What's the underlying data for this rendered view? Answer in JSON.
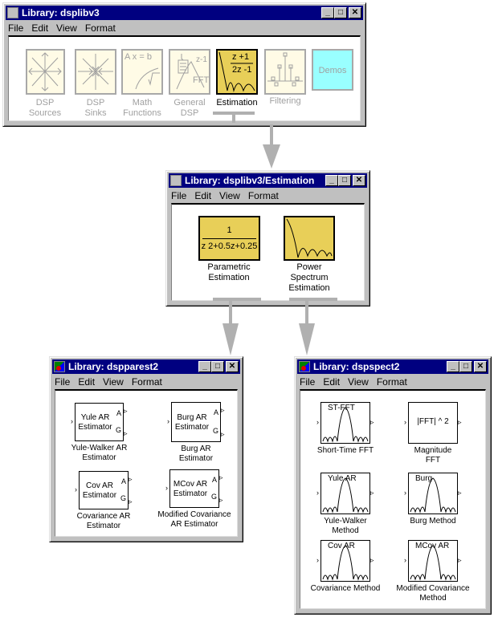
{
  "menu": [
    "File",
    "Edit",
    "View",
    "Format"
  ],
  "windows": {
    "top": {
      "title": "Library: dsplibv3",
      "blocks": [
        {
          "id": "dsp-sources",
          "label_1": "DSP",
          "label_2": "Sources",
          "enabled": false
        },
        {
          "id": "dsp-sinks",
          "label_1": "DSP",
          "label_2": "Sinks",
          "enabled": false
        },
        {
          "id": "math-functions",
          "label_1": "Math",
          "label_2": "Functions",
          "icon_text": "A x = b",
          "enabled": false
        },
        {
          "id": "general-dsp",
          "label_1": "General",
          "label_2": "DSP",
          "icon_text_1": "z-1",
          "icon_text_2": "FFT",
          "enabled": false
        },
        {
          "id": "estimation",
          "label_1": "Estimation",
          "label_2": "",
          "icon_num": "z +1",
          "icon_den": "2z -1",
          "enabled": true
        },
        {
          "id": "filtering",
          "label_1": "Filtering",
          "label_2": "",
          "enabled": false
        },
        {
          "id": "demos",
          "label_1": "Demos",
          "enabled": true
        }
      ]
    },
    "estimation": {
      "title": "Library: dsplibv3/Estimation",
      "blocks": [
        {
          "id": "parametric-estimation",
          "label_1": "Parametric",
          "label_2": "Estimation",
          "icon_num": "1",
          "icon_den": "z 2+0.5z+0.25"
        },
        {
          "id": "power-spectrum-estimation",
          "label_1": "Power",
          "label_2": "Spectrum",
          "label_3": "Estimation"
        }
      ]
    },
    "parest": {
      "title": "Library: dspparest2",
      "blocks": [
        {
          "id": "yule-walker-ar-estimator",
          "icon_1": "Yule AR",
          "icon_2": "Estimator",
          "label_1": "Yule-Walker AR",
          "label_2": "Estimator",
          "port_a": "A",
          "port_g": "G"
        },
        {
          "id": "burg-ar-estimator",
          "icon_1": "Burg AR",
          "icon_2": "Estimator",
          "label_1": "Burg AR",
          "label_2": "Estimator",
          "port_a": "A",
          "port_g": "G"
        },
        {
          "id": "covariance-ar-estimator",
          "icon_1": "Cov AR",
          "icon_2": "Estimator",
          "label_1": "Covariance AR",
          "label_2": "Estimator",
          "port_a": "A",
          "port_g": "G"
        },
        {
          "id": "modified-covariance-ar-estimator",
          "icon_1": "MCov AR",
          "icon_2": "Estimator",
          "label_1": "Modified Covariance",
          "label_2": "AR Estimator",
          "port_a": "A",
          "port_g": "G"
        }
      ]
    },
    "spect": {
      "title": "Library: dspspect2",
      "blocks": [
        {
          "id": "short-time-fft",
          "icon": "ST-FFT",
          "label_1": "Short-Time FFT",
          "label_2": ""
        },
        {
          "id": "magnitude-fft",
          "icon": "|FFT| ^ 2",
          "label_1": "Magnitude",
          "label_2": "FFT"
        },
        {
          "id": "yule-walker-method",
          "icon": "Yule AR",
          "label_1": "Yule-Walker",
          "label_2": "Method"
        },
        {
          "id": "burg-method",
          "icon": "Burg",
          "label_1": "Burg Method",
          "label_2": ""
        },
        {
          "id": "covariance-method",
          "icon": "Cov AR",
          "label_1": "Covariance Method",
          "label_2": ""
        },
        {
          "id": "modified-covariance-method",
          "icon": "MCov AR",
          "label_1": "Modified Covariance",
          "label_2": "Method"
        }
      ]
    }
  },
  "colors": {
    "titlebar": "#000080",
    "selected_block": "#e8cf58",
    "demos_block": "#99ffff",
    "connector": "#b0b0b0"
  }
}
